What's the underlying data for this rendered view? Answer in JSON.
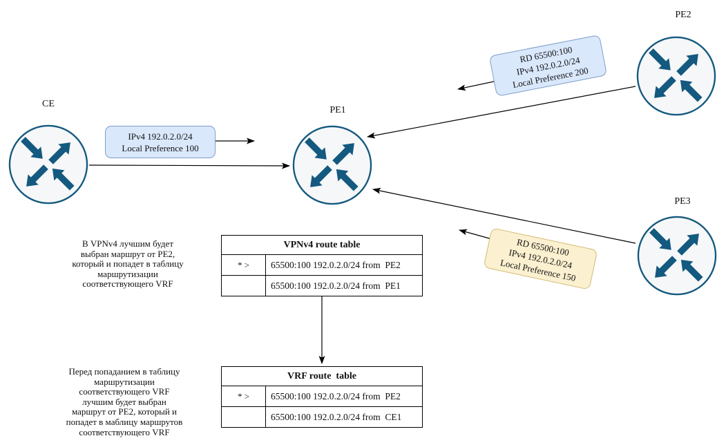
{
  "diagram": {
    "colors": {
      "router_stroke": "#14597f",
      "router_fill": "#f6f7f8",
      "blue_callout_fill": "#dae8fc",
      "blue_callout_stroke": "#7d9ec7",
      "yellow_callout_fill": "#fbf0cf",
      "yellow_callout_stroke": "#d3ba74",
      "edge_color": "#000000"
    },
    "routers": {
      "ce": {
        "label": "CE"
      },
      "pe1": {
        "label": "PE1"
      },
      "pe2": {
        "label": "PE2"
      },
      "pe3": {
        "label": "PE3"
      }
    },
    "callouts": {
      "ce": {
        "lines": [
          "IPv4 192.0.2.0/24",
          "Local Preference 100"
        ]
      },
      "pe2": {
        "lines": [
          "RD 65500:100",
          "IPv4 192.0.2.0/24",
          "Local Preference 200"
        ]
      },
      "pe3": {
        "lines": [
          "RD 65500:100",
          "IPv4 192.0.2.0/24",
          "Local Preference 150"
        ]
      }
    },
    "tables": {
      "vpnv4": {
        "title": "VPNv4 route table",
        "rows": [
          {
            "flag": "* >",
            "route": "65500:100 192.0.2.0/24 from  PE2"
          },
          {
            "flag": "",
            "route": "65500:100 192.0.2.0/24 from  PE1"
          }
        ]
      },
      "vrf": {
        "title": "VRF route  table",
        "rows": [
          {
            "flag": "* >",
            "route": "65500:100 192.0.2.0/24 from  PE2"
          },
          {
            "flag": "",
            "route": "65500:100 192.0.2.0/24 from  CE1"
          }
        ]
      }
    },
    "notes": {
      "vpnv4": {
        "lines": [
          "В VPNv4 лучшим будет",
          "выбран маршрут от PE2,",
          "который и попадет в таблицу",
          "маршрутизации",
          "соответствующего VRF"
        ]
      },
      "vrf": {
        "lines": [
          "Перед попаданием в таблицу",
          "маршрутизации",
          "соответствующего VRF",
          "лучшим будет выбран",
          "маршрут от PE2, который и",
          "попадет в маблицу маршрутов",
          "соответствующего VRF"
        ]
      }
    }
  }
}
